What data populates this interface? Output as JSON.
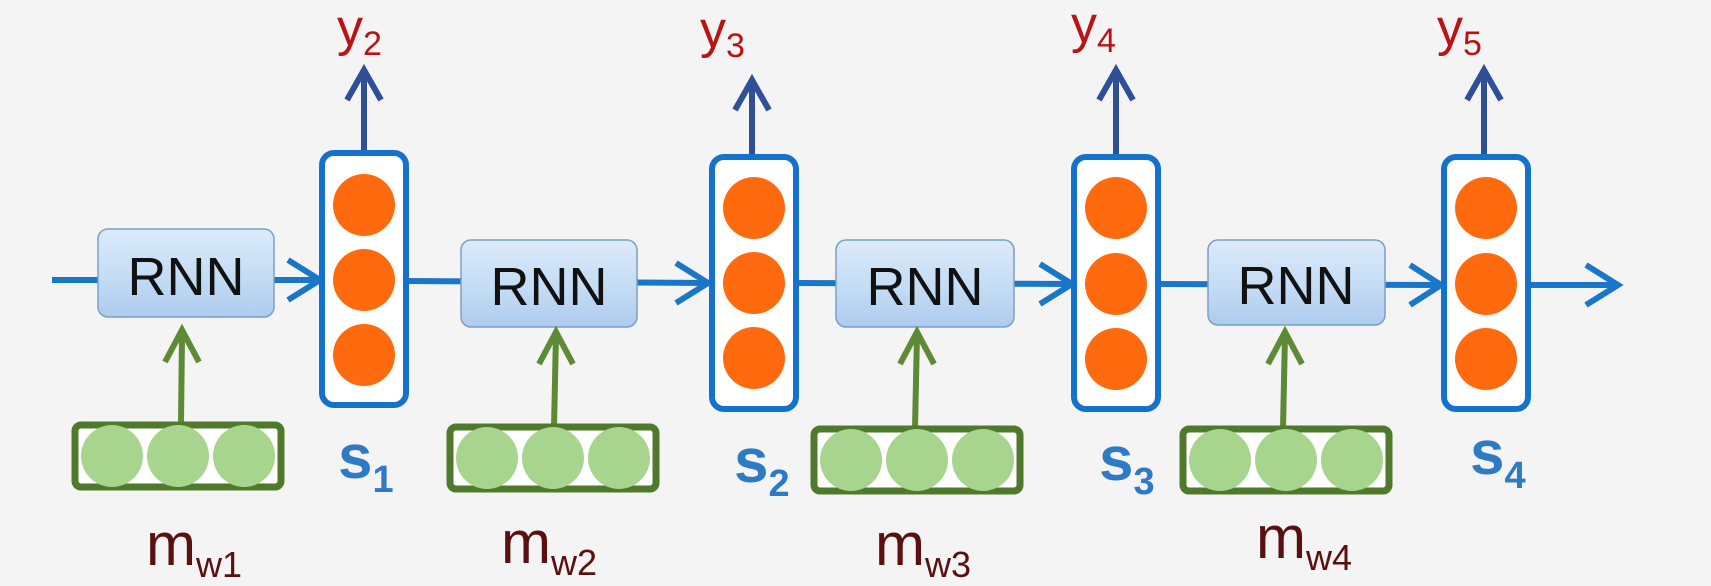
{
  "colors": {
    "background": "#f4f4f4",
    "flow_arrow": "#1976c8",
    "output_arrow": "#2f4f97",
    "input_arrow": "#5d8a35",
    "state_border": "#1572cc",
    "state_node": "#ff6a0e",
    "input_border": "#4f7a2c",
    "input_node": "#a7d58d",
    "y_label": "#b81414",
    "s_label": "#2f7ac4",
    "m_label": "#5a1010"
  },
  "rnn_blocks": [
    {
      "label": "RNN"
    },
    {
      "label": "RNN"
    },
    {
      "label": "RNN"
    },
    {
      "label": "RNN"
    }
  ],
  "state_vectors": [
    {
      "label": "s",
      "sub": "1",
      "output": "y",
      "output_sub": "2"
    },
    {
      "label": "s",
      "sub": "2",
      "output": "y",
      "output_sub": "3"
    },
    {
      "label": "s",
      "sub": "3",
      "output": "y",
      "output_sub": "4"
    },
    {
      "label": "s",
      "sub": "4",
      "output": "y",
      "output_sub": "5"
    }
  ],
  "input_vectors": [
    {
      "label": "m",
      "sub": "w1"
    },
    {
      "label": "m",
      "sub": "w2"
    },
    {
      "label": "m",
      "sub": "w3"
    },
    {
      "label": "m",
      "sub": "w4"
    }
  ],
  "nodes_per_vector": 3
}
